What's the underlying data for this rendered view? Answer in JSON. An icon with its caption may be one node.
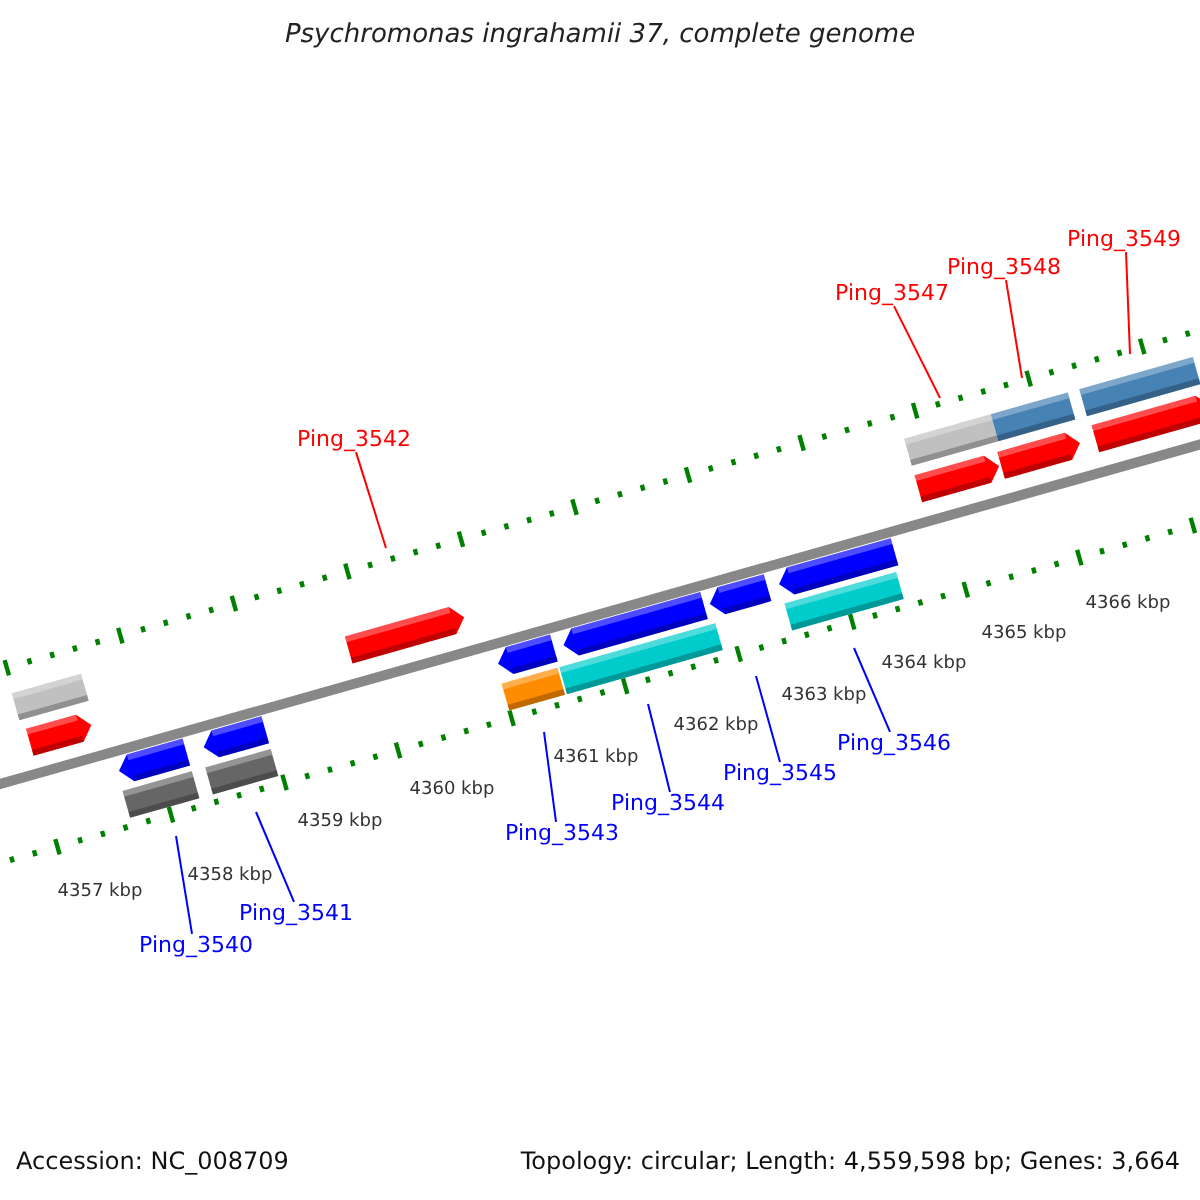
{
  "diagram": {
    "title": "Psychromonas ingrahamii 37, complete genome",
    "nodes": [
      {
        "text": [
          "Ping_3540"
        ]
      },
      {
        "text": [
          "Ping_3541"
        ]
      },
      {
        "text": [
          "Ping_3542"
        ]
      },
      {
        "text": [
          "Ping_3543"
        ]
      },
      {
        "text": [
          "Ping_3544"
        ]
      },
      {
        "text": [
          "Ping_3545"
        ]
      },
      {
        "text": [
          "Ping_3546"
        ]
      },
      {
        "text": [
          "Ping_3547"
        ]
      },
      {
        "text": [
          "Ping_3548"
        ]
      },
      {
        "text": [
          "Ping_3549"
        ]
      }
    ],
    "edges": [
      {
        "from": 0,
        "to": null,
        "arrow": "none"
      },
      {
        "from": 1,
        "to": null,
        "arrow": "none"
      },
      {
        "from": 2,
        "to": null,
        "arrow": "none",
        "color": "#ff0000"
      },
      {
        "from": 3,
        "to": null,
        "arrow": "none"
      },
      {
        "from": 4,
        "to": null,
        "arrow": "none"
      },
      {
        "from": 5,
        "to": null,
        "arrow": "none"
      },
      {
        "from": 6,
        "to": null,
        "arrow": "none"
      },
      {
        "from": 7,
        "to": null,
        "arrow": "none",
        "color": "#ff0000"
      },
      {
        "from": 8,
        "to": null,
        "arrow": "none",
        "color": "#ff0000"
      },
      {
        "from": 9,
        "to": null,
        "arrow": "none",
        "color": "#ff0000"
      }
    ],
    "labels": [
      "4357 kbp",
      "4358 kbp",
      "4359 kbp",
      "4360 kbp",
      "4361 kbp",
      "4362 kbp",
      "4363 kbp",
      "4364 kbp",
      "4365 kbp",
      "4366 kbp",
      "Accession: NC_008709",
      "Topology: circular; Length: 4,559,598 bp; Genes: 3,664"
    ]
  }
}
